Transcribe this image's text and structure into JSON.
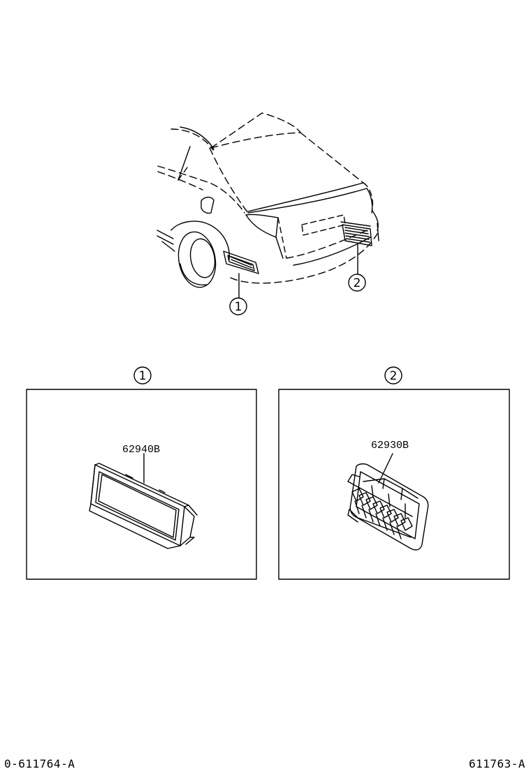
{
  "overview": {
    "callouts": [
      {
        "number": "1"
      },
      {
        "number": "2"
      }
    ]
  },
  "panels": [
    {
      "callout": "1",
      "part_number": "62940B"
    },
    {
      "callout": "2",
      "part_number": "62930B"
    }
  ],
  "footer": {
    "left_code": "0-611764-A",
    "right_code": "611763-A"
  }
}
